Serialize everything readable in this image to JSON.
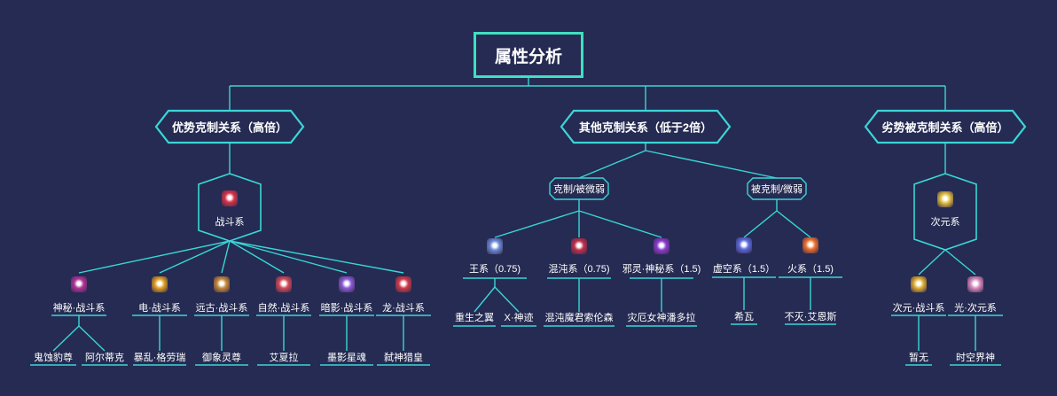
{
  "title": "属性分析",
  "categories": [
    {
      "label": "优势克制关系（高倍）",
      "hub": {
        "label": "战斗系",
        "icon": "fighting-element-icon"
      },
      "leaves": [
        {
          "label": "神秘·战斗系",
          "icon": "mystic-fighting-icon",
          "children": [
            "鬼蚀豹尊",
            "阿尔蒂克"
          ]
        },
        {
          "label": "电·战斗系",
          "icon": "electric-fighting-icon",
          "children": [
            "暴乱·格劳瑞"
          ]
        },
        {
          "label": "远古·战斗系",
          "icon": "ancient-fighting-icon",
          "children": [
            "御象灵尊"
          ]
        },
        {
          "label": "自然·战斗系",
          "icon": "nature-fighting-icon",
          "children": [
            "艾夏拉"
          ]
        },
        {
          "label": "暗影·战斗系",
          "icon": "shadow-fighting-icon",
          "children": [
            "墨影星魂"
          ]
        },
        {
          "label": "龙·战斗系",
          "icon": "dragon-fighting-icon",
          "children": [
            "弑神猎皇"
          ]
        }
      ]
    },
    {
      "label": "其他克制关系（低于2倍）",
      "groups": [
        {
          "label": "克制/被微弱",
          "leaves": [
            {
              "label": "王系（0.75)",
              "icon": "king-element-icon",
              "children": [
                "重生之翼",
                "X·神迹"
              ]
            },
            {
              "label": "混沌系（0.75)",
              "icon": "chaos-element-icon",
              "children": [
                "混沌魔君索伦森"
              ]
            },
            {
              "label": "邪灵·神秘系（1.5)",
              "icon": "evil-mystic-element-icon",
              "children": [
                "灾厄女神潘多拉"
              ]
            }
          ]
        },
        {
          "label": "被克制/微弱",
          "leaves": [
            {
              "label": "虚空系（1.5）",
              "icon": "void-element-icon",
              "children": [
                "希瓦"
              ]
            },
            {
              "label": "火系（1.5)",
              "icon": "fire-element-icon",
              "children": [
                "不灭·艾恩斯"
              ]
            }
          ]
        }
      ]
    },
    {
      "label": "劣势被克制关系（高倍）",
      "hub": {
        "label": "次元系",
        "icon": "dimension-element-icon"
      },
      "leaves": [
        {
          "label": "次元·战斗系",
          "icon": "dimension-fighting-icon",
          "children": [
            "暂无"
          ]
        },
        {
          "label": "光·次元系",
          "icon": "light-dimension-icon",
          "children": [
            "时空界神"
          ]
        }
      ]
    }
  ],
  "colors": {
    "background": "#252b52",
    "line": "#3ad6d6",
    "title_border": "#3fe0c0",
    "text": "#ffffff"
  }
}
